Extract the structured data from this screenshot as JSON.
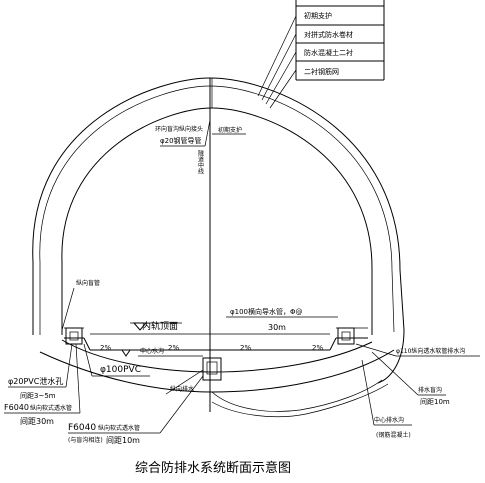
{
  "title": "综合防排水系统断面示意图",
  "legend": {
    "items": [
      "初期支护",
      "对拼式防水卷材",
      "防水混凝土二衬",
      "二衬钢筋网"
    ]
  },
  "labels": {
    "top_pipe": "φ20钢管导管",
    "top_pipe_note": "环向盲沟纵向接头",
    "top_mid": "初期支护",
    "center_axis": "隧道中线",
    "left_wall": "纵向盲管",
    "rail_top": "内轨顶面",
    "drain_pipe": "φ100横向导水管，Φ@",
    "drain_spacing": "30m",
    "central_ditch": "中心水沟",
    "pvc_left": "φ20PVC泄水孔",
    "pvc_left_spacing": "间距3~5m",
    "f6040_left": "F6040",
    "f6040_left_note": "纵向软式透水管",
    "spacing_30": "间距30m",
    "pvc100": "φ100PVC",
    "f6040_bottom": "F6040",
    "f6040_bottom_note": "纵向软式透水管",
    "f6040_bottom_note2": "(与盲沟相连)",
    "spacing_10": "间距10m",
    "bottom_mid": "纵向排水",
    "right_pipe": "φ110纵向透水软管排水沟",
    "right_a": "排水盲沟",
    "right_spacing": "间距10m",
    "right_b": "中心排水沟",
    "right_b_note": "(钢筋混凝土)",
    "slope": "2%"
  }
}
